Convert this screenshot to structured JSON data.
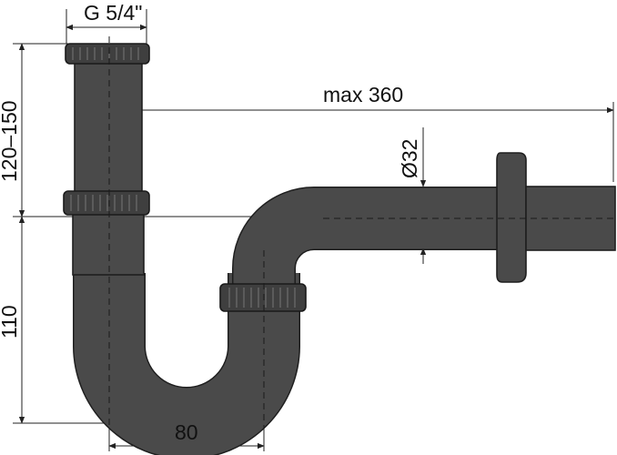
{
  "diagram": {
    "labels": {
      "thread": "G 5/4\"",
      "max_length": "max 360",
      "pipe_diameter": "Ø32",
      "upper_height": "120–150",
      "lower_height": "110",
      "offset_width": "80"
    },
    "colors": {
      "pipe_fill": "#4a4a4a",
      "outline": "#1f1f1f",
      "dimension_line": "#222222"
    }
  }
}
